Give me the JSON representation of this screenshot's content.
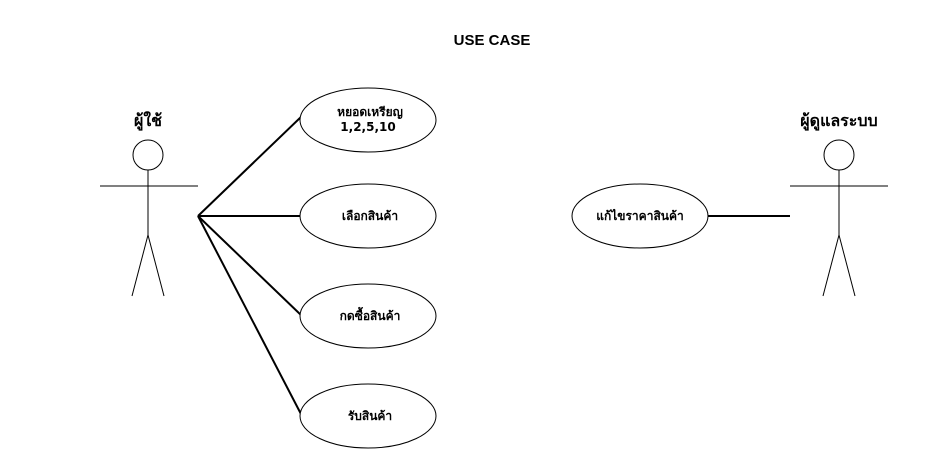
{
  "title": "USE CASE",
  "actors": [
    {
      "id": "user",
      "label": "ผู้ใช้"
    },
    {
      "id": "admin",
      "label": "ผู้ดูแลระบบ"
    }
  ],
  "use_cases": [
    {
      "id": "insert_coin",
      "lines": [
        "หยอดเหรียญ",
        "1,2,5,10"
      ]
    },
    {
      "id": "select_product",
      "lines": [
        "เลือกสินค้า"
      ]
    },
    {
      "id": "buy_product",
      "lines": [
        "กดซื้อสินค้า"
      ]
    },
    {
      "id": "receive_product",
      "lines": [
        "รับสินค้า"
      ]
    },
    {
      "id": "edit_price",
      "lines": [
        "แก้ไขราคาสินค้า"
      ]
    }
  ]
}
